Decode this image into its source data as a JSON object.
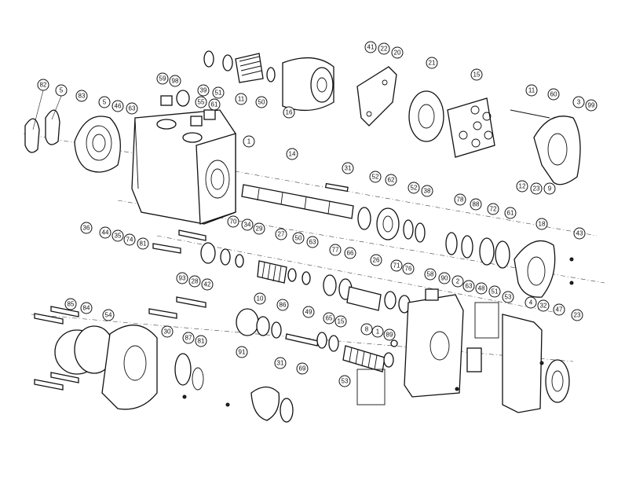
{
  "labels": [
    "82",
    "5",
    "83",
    "5",
    "46",
    "63",
    "59",
    "98",
    "39",
    "51",
    "55",
    "61",
    "11",
    "50",
    "16",
    "41",
    "22",
    "20",
    "21",
    "15",
    "11",
    "60",
    "3",
    "99",
    "1",
    "14",
    "31",
    "52",
    "62",
    "52",
    "38",
    "78",
    "88",
    "72",
    "61",
    "18",
    "43",
    "12",
    "23",
    "9",
    "36",
    "44",
    "35",
    "74",
    "81",
    "70",
    "34",
    "29",
    "27",
    "50",
    "63",
    "77",
    "66",
    "26",
    "71",
    "76",
    "58",
    "90",
    "93",
    "28",
    "42",
    "10",
    "86",
    "49",
    "65",
    "15",
    "2",
    "63",
    "48",
    "51",
    "53",
    "4",
    "32",
    "47",
    "23",
    "85",
    "84",
    "54",
    "30",
    "87",
    "81",
    "8",
    "1",
    "89",
    "91",
    "31",
    "69",
    "53"
  ],
  "note_label": "53"
}
